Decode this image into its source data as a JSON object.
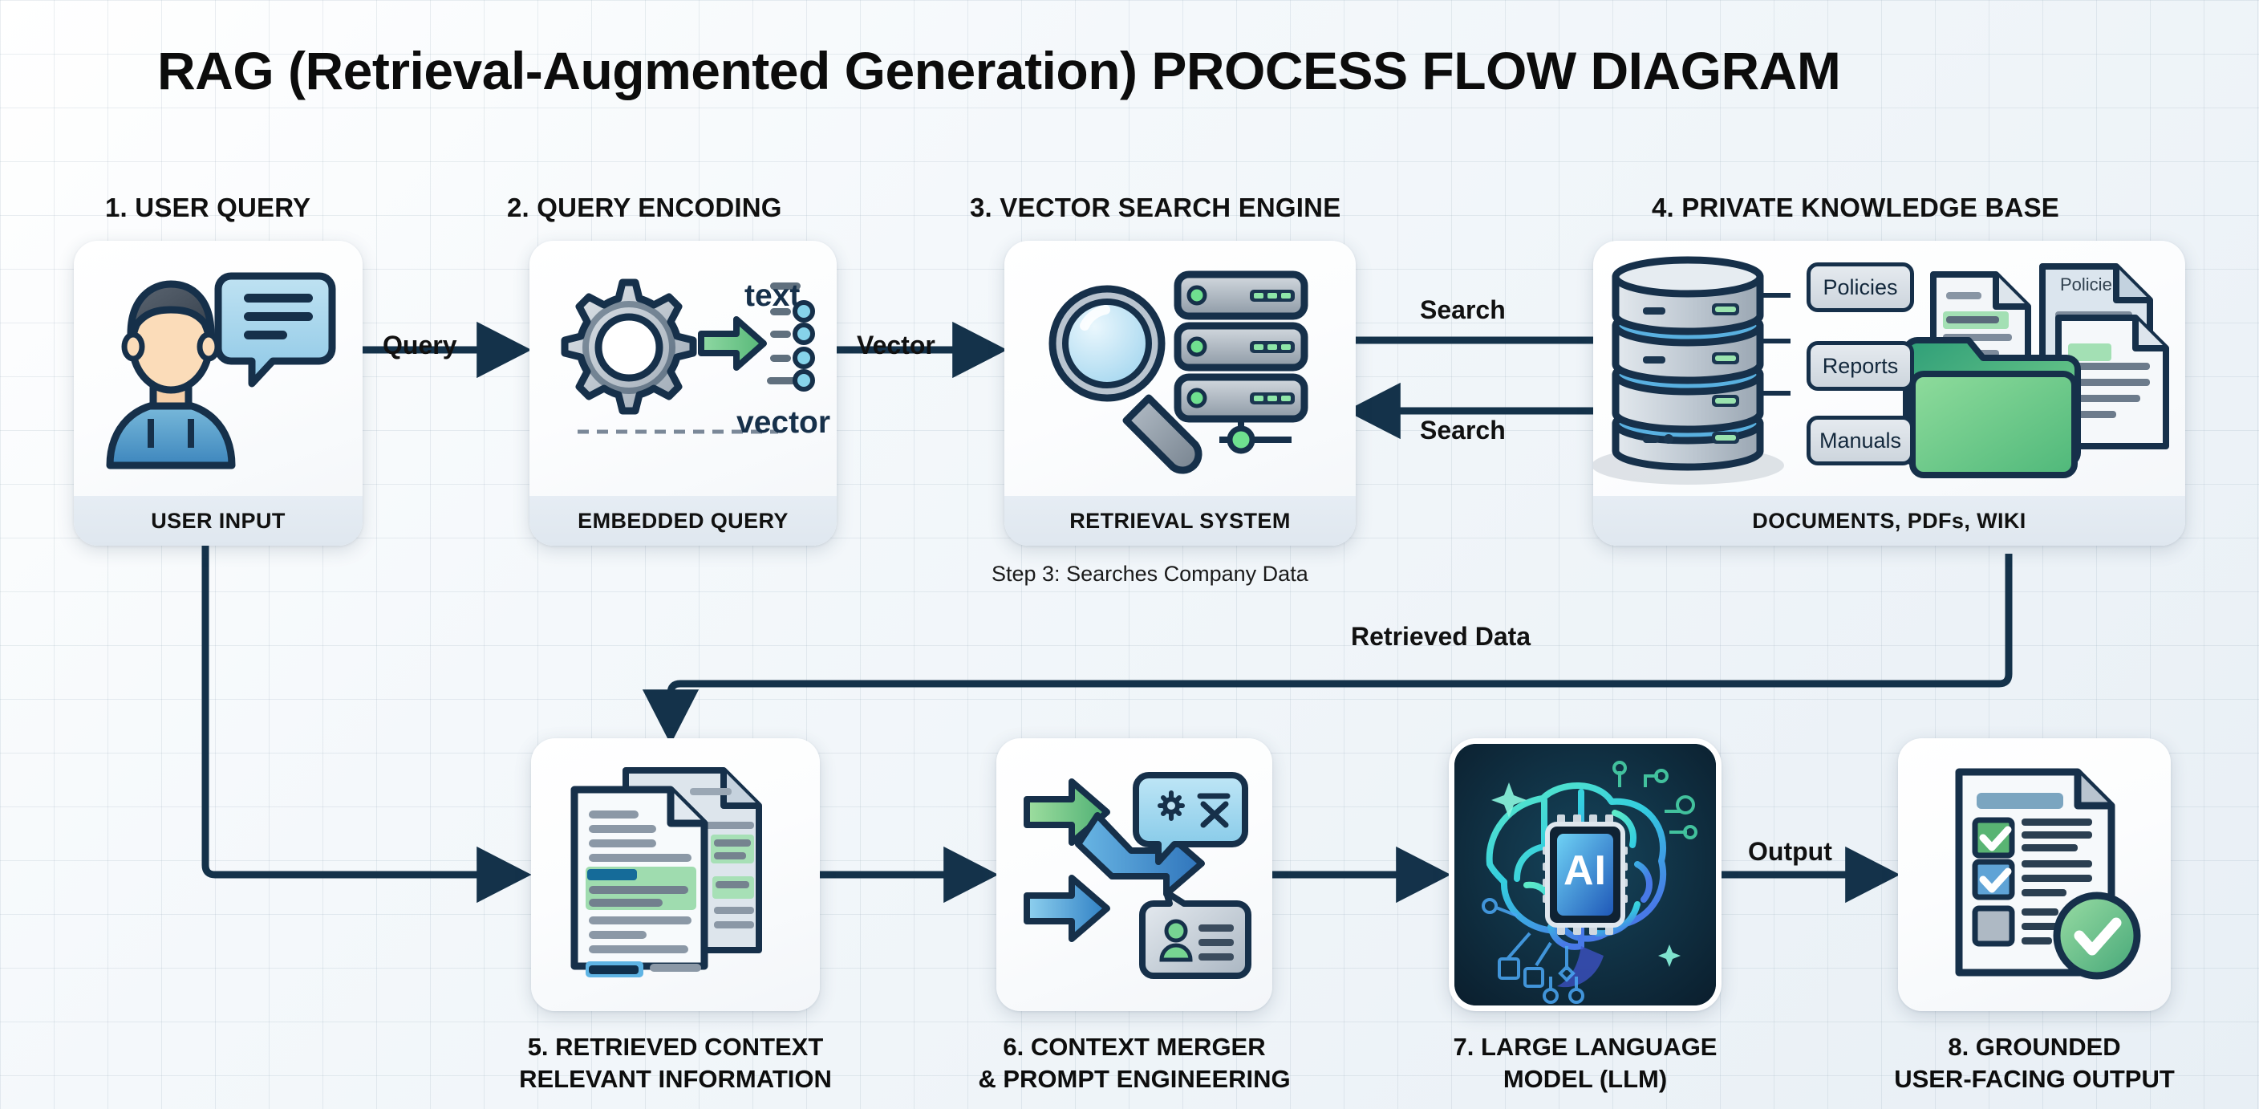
{
  "page": {
    "title": "RAG (Retrieval-Augmented Generation) PROCESS FLOW DIAGRAM",
    "background_color": "#eef3f7",
    "accent_dark": "#14324a",
    "accent_green": "#6bbf7c",
    "accent_blue": "#4a9ad4"
  },
  "section_headings": [
    {
      "id": "h1",
      "text": "1. USER QUERY"
    },
    {
      "id": "h2",
      "text": "2. QUERY ENCODING"
    },
    {
      "id": "h3",
      "text": "3. VECTOR SEARCH ENGINE"
    },
    {
      "id": "h4",
      "text": "4. PRIVATE KNOWLEDGE BASE"
    }
  ],
  "cards": {
    "user_input": {
      "caption": "USER INPUT"
    },
    "embedded": {
      "caption": "EMBEDDED QUERY",
      "label_text": "text",
      "label_vector": "vector"
    },
    "retrieval": {
      "caption": "RETRIEVAL SYSTEM"
    },
    "knowledge": {
      "caption": "DOCUMENTS, PDFs, WIKI",
      "tags": [
        "Policies",
        "Reports",
        "Manuals"
      ],
      "doc_title": "Policie"
    },
    "llm": {
      "chip_label": "AI"
    }
  },
  "edges": [
    {
      "id": "e-query",
      "label": "Query"
    },
    {
      "id": "e-vector",
      "label": "Vector"
    },
    {
      "id": "e-search-1",
      "label": "Search"
    },
    {
      "id": "e-search-2",
      "label": "Search"
    },
    {
      "id": "e-retrieved",
      "label": "Retrieved Data"
    },
    {
      "id": "e-output",
      "label": "Output"
    }
  ],
  "notes": [
    {
      "id": "n-step3",
      "text": "Step 3: Searches Company Data"
    }
  ],
  "bottom_steps": [
    {
      "id": "s5",
      "line1": "5. RETRIEVED CONTEXT",
      "line2": "RELEVANT INFORMATION"
    },
    {
      "id": "s6",
      "line1": "6. CONTEXT MERGER",
      "line2": "& PROMPT ENGINEERING"
    },
    {
      "id": "s7",
      "line1": "7. LARGE LANGUAGE",
      "line2": "MODEL (LLM)"
    },
    {
      "id": "s8",
      "line1": "8. GROUNDED",
      "line2": "USER-FACING OUTPUT"
    }
  ]
}
